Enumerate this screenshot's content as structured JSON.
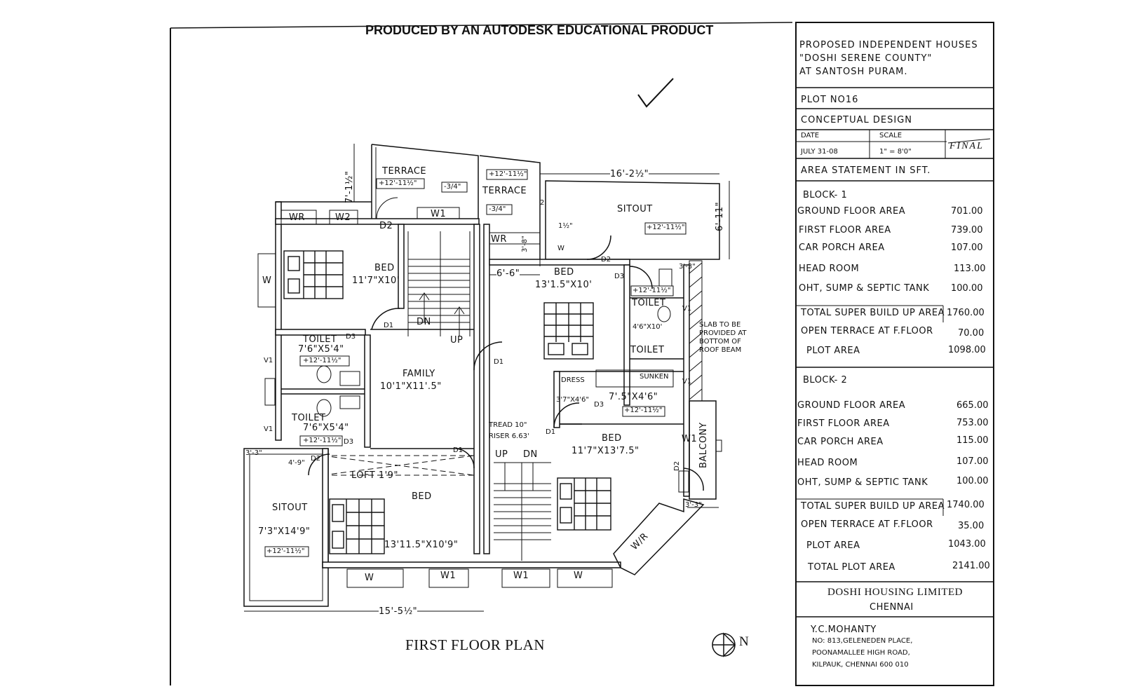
{
  "header": {
    "watermark": "PRODUCED BY AN AUTODESK EDUCATIONAL PRODUCT"
  },
  "drawing": {
    "title": "FIRST FLOOR PLAN",
    "north": "N",
    "rooms": [
      {
        "id": "terrace1",
        "name": "TERRACE",
        "dim": "+12'-11½\"",
        "extra": "-3/4\""
      },
      {
        "id": "terrace2",
        "name": "TERRACE",
        "dim": "+12'-11½\"",
        "extra": "-3/4\""
      },
      {
        "id": "sitout_top",
        "name": "SITOUT",
        "dim": "+12'-11½\""
      },
      {
        "id": "bed_nw",
        "name": "BED",
        "dim": "11'7\"X10'"
      },
      {
        "id": "bed_ne",
        "name": "BED",
        "dim": "13'1.5\"X10'"
      },
      {
        "id": "family",
        "name": "FAMILY",
        "dim": "10'1\"X11'.5\""
      },
      {
        "id": "toilet1",
        "name": "TOILET",
        "dim": "7'6\"X5'4\"",
        "level": "+12'-11½\""
      },
      {
        "id": "toilet2",
        "name": "TOILET",
        "dim": "7'6\"X5'4\"",
        "level": "+12'-11½\""
      },
      {
        "id": "toilet3",
        "name": "TOILET",
        "dim": "4'6\"X10'",
        "level": "+12'-11½\""
      },
      {
        "id": "toilet4",
        "name": "TOILET"
      },
      {
        "id": "dress",
        "name": "DRESS",
        "dim": "3'7\"X4'6\""
      },
      {
        "id": "sunken",
        "name": "SUNKEN",
        "dim": "7'.5\"X4'6\"",
        "level": "+12'-11½\""
      },
      {
        "id": "bed_se",
        "name": "BED",
        "dim": "11'7\"X13'7.5\""
      },
      {
        "id": "bed_sw",
        "name": "BED",
        "dim": "13'11.5\"X10'9\""
      },
      {
        "id": "sitout_sw",
        "name": "SITOUT",
        "dim": "7'3\"X14'9\"",
        "level": "+12'-11½\""
      },
      {
        "id": "balcony",
        "name": "BALCONY"
      },
      {
        "id": "wr",
        "name": "W/R"
      }
    ],
    "labels": {
      "wr1": "WR",
      "w2": "W2",
      "w1": "W1",
      "d2": "D2",
      "wr2": "WR",
      "w": "W",
      "d3": "D3",
      "d1": "D1",
      "dn": "DN",
      "up": "UP",
      "v1": "V1",
      "loft": "LOFT 1'9\"",
      "tread": "TREAD 10\"",
      "riser": "RISER  6.63'",
      "slab": [
        "SLAB TO BE",
        "PROVIDED AT",
        "BOTTOM OF",
        "ROOF BEAM"
      ],
      "dim_16": "16'-2½\"",
      "dim_6_11": "6'-11\"",
      "dim_6_6": "6'-6\"",
      "dim_7": "7'-1½\"",
      "dim_3_8": "3'-8\"",
      "dim_1": "1½\"",
      "dim_15": "15'-5½\"",
      "dim_3_3a": "3'-3\"",
      "dim_3_3b": "3'-3\"",
      "dim_4_9": "4'-9\"",
      "dim_3_3c": "3'-3\"",
      "dim_2": "2"
    }
  },
  "title_block": {
    "project": [
      "PROPOSED INDEPENDENT HOUSES",
      "\"DOSHI SERENE COUNTY\"",
      "AT SANTOSH PURAM."
    ],
    "plot": "PLOT NO16",
    "design": "CONCEPTUAL DESIGN",
    "date_label": "DATE",
    "scale_label": "SCALE",
    "date": "JULY   31-08",
    "scale": "1\" = 8'0\"",
    "status": "FINAL",
    "area_title": "AREA STATEMENT   IN SFT.",
    "block1": {
      "label": "BLOCK-   1",
      "rows": [
        {
          "k": "GROUND FLOOR   AREA",
          "v": "701.00"
        },
        {
          "k": "FIRST FLOOR   AREA",
          "v": "739.00"
        },
        {
          "k": "CAR PORCH AREA",
          "v": "107.00"
        },
        {
          "k": "HEAD ROOM",
          "v": "113.00"
        },
        {
          "k": "OHT, SUMP & SEPTIC TANK",
          "v": "100.00"
        },
        {
          "k": "TOTAL SUPER BUILD UP AREA",
          "v": "1760.00"
        },
        {
          "k": "OPEN TERRACE AT F.FLOOR",
          "v": "70.00"
        },
        {
          "k": "PLOT AREA",
          "v": "1098.00"
        }
      ]
    },
    "block2": {
      "label": "BLOCK-   2",
      "rows": [
        {
          "k": "GROUND FLOOR   AREA",
          "v": "665.00"
        },
        {
          "k": "FIRST FLOOR   AREA",
          "v": "753.00"
        },
        {
          "k": "CAR PORCH AREA",
          "v": "115.00"
        },
        {
          "k": "HEAD ROOM",
          "v": "107.00"
        },
        {
          "k": "OHT, SUMP & SEPTIC TANK",
          "v": "100.00"
        },
        {
          "k": "TOTAL SUPER BUILD UP AREA",
          "v": "1740.00"
        },
        {
          "k": "OPEN TERRACE AT F.FLOOR",
          "v": "35.00"
        },
        {
          "k": "PLOT AREA",
          "v": "1043.00"
        },
        {
          "k": "TOTAL PLOT AREA",
          "v": "2141.00"
        }
      ]
    },
    "company": [
      "DOSHI HOUSING LIMITED",
      "CHENNAI"
    ],
    "architect": [
      "Y.C.MOHANTY",
      "NO: 813,GELENEDEN PLACE,",
      "POONAMALLEE HIGH ROAD,",
      "KILPAUK, CHENNAI 600 010"
    ]
  }
}
